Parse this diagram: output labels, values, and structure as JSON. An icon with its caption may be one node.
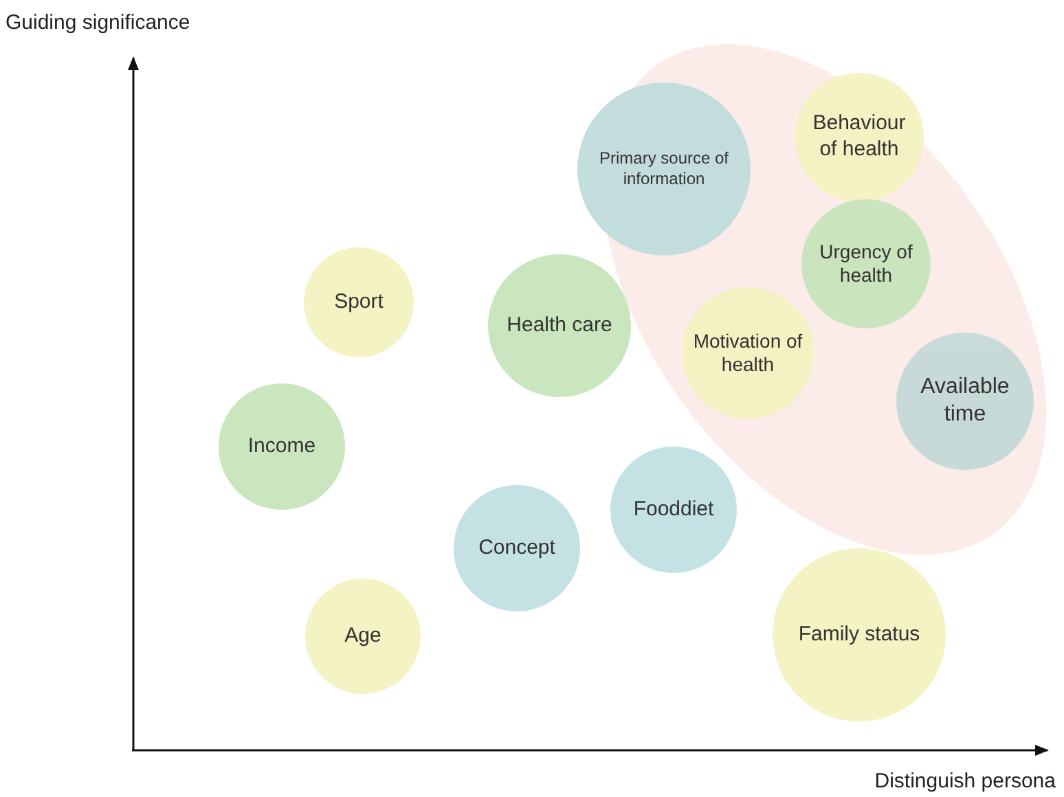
{
  "diagram": {
    "nodes": [
      {
        "text": [],
        "shape": "ellipse"
      },
      {
        "text": [
          "Behaviour of health"
        ],
        "in": 0
      },
      {
        "text": [
          "Primary source of information"
        ]
      },
      {
        "text": [
          "Urgency of health"
        ],
        "in": 0
      },
      {
        "text": [
          "Sport"
        ]
      },
      {
        "text": [
          "Health care"
        ]
      },
      {
        "text": [
          "Motivation of health"
        ],
        "in": 0
      },
      {
        "text": [
          "Available time"
        ],
        "in": 0
      },
      {
        "text": [
          "Income"
        ]
      },
      {
        "text": [
          "Fooddiet"
        ]
      },
      {
        "text": [
          "Concept"
        ]
      },
      {
        "text": [
          "Family status"
        ]
      },
      {
        "text": [
          "Age"
        ]
      }
    ],
    "labels": [
      "Guiding significance",
      "Distinguish persona"
    ]
  }
}
